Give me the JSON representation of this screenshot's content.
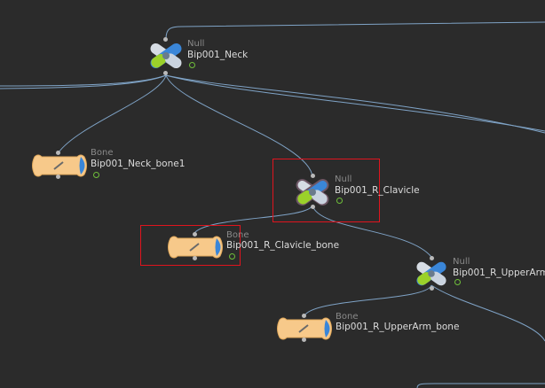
{
  "nodes": {
    "neck": {
      "type": "Null",
      "name": "Bip001_Neck"
    },
    "neck_bone": {
      "type": "Bone",
      "name": "Bip001_Neck_bone1"
    },
    "r_clavicle": {
      "type": "Null",
      "name": "Bip001_R_Clavicle"
    },
    "r_clavicle_bone": {
      "type": "Bone",
      "name": "Bip001_R_Clavicle_bone"
    },
    "r_upperarm": {
      "type": "Null",
      "name": "Bip001_R_UpperArm"
    },
    "r_upperarm_bone": {
      "type": "Bone",
      "name": "Bip001_R_UpperArm_bone"
    }
  },
  "colors": {
    "background": "#2b2b2b",
    "wire": "#7fa3c6",
    "highlight": "#e0141e",
    "display_flag": "#6fbf3a",
    "bone": "#f7c98a",
    "null_green": "#9bd12a",
    "null_blue": "#3a86d8"
  }
}
